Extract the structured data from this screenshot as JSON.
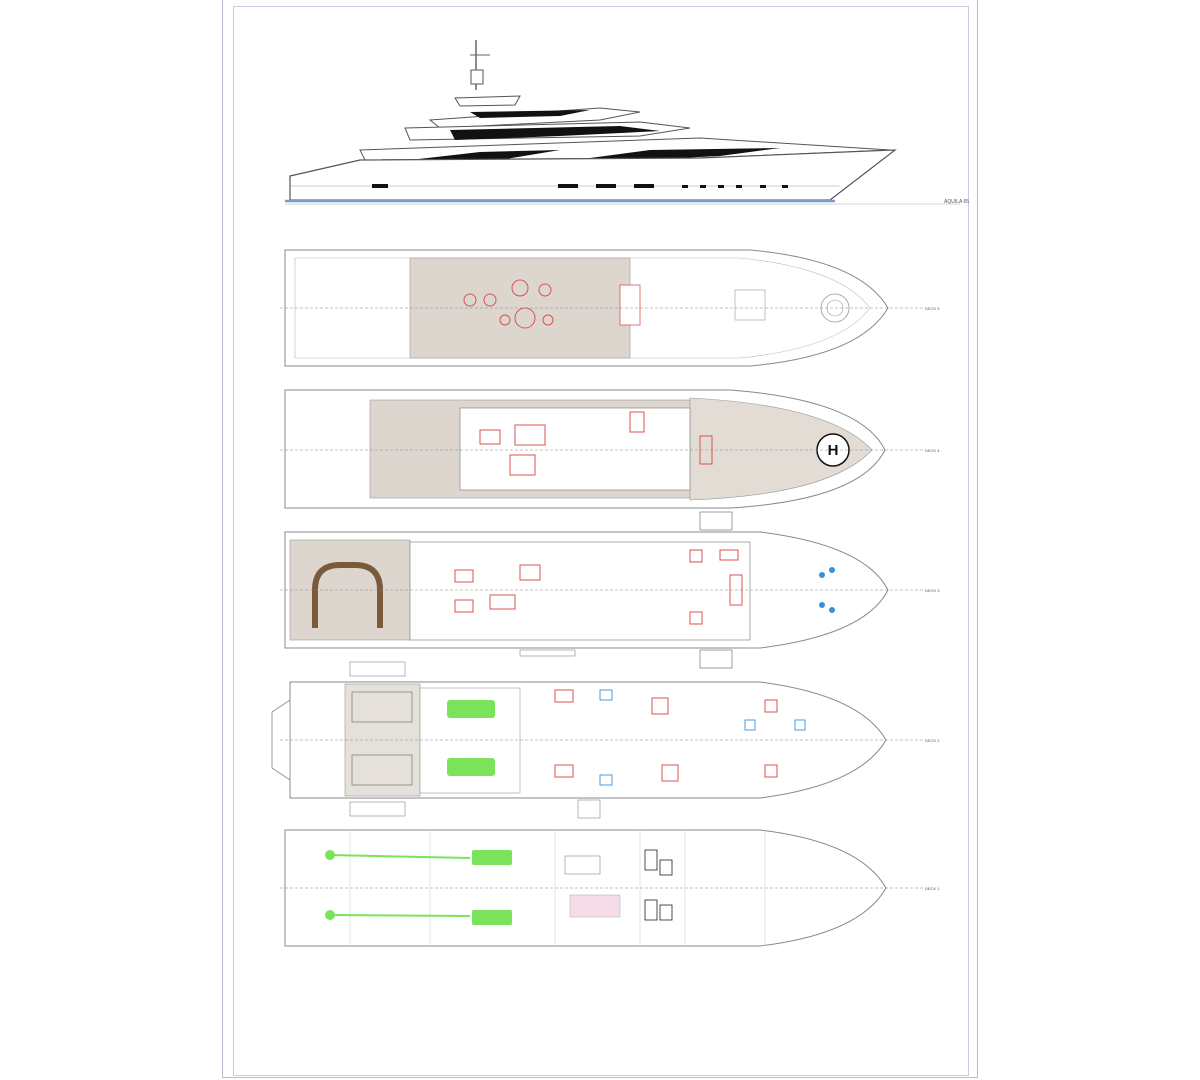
{
  "drawing": {
    "profile_caption": "AQUILA 65",
    "decks": [
      {
        "id": "deck-5",
        "label": "DECK 5"
      },
      {
        "id": "deck-4",
        "label": "DECK 4"
      },
      {
        "id": "deck-3",
        "label": "DECK 3"
      },
      {
        "id": "deck-2",
        "label": "DECK 2"
      },
      {
        "id": "deck-1",
        "label": "DECK 1"
      }
    ],
    "helipad_symbol": "H"
  },
  "colors": {
    "hull_line": "#8a8a95",
    "deck_plank": "#d9d3cc",
    "furniture_red": "#d9534f",
    "bathroom_blue": "#3a8fd9",
    "tender_green": "#7be35a",
    "window_black": "#111111",
    "waterline_blue": "#7c9cc8"
  }
}
